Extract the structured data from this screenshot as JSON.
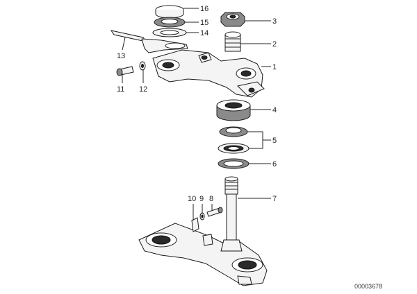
{
  "diagram": {
    "callouts": {
      "c1": "1",
      "c2": "2",
      "c3": "3",
      "c4": "4",
      "c5": "5",
      "c6": "6",
      "c7": "7",
      "c8": "8",
      "c9": "9",
      "c10": "10",
      "c11": "11",
      "c12": "12",
      "c13": "13",
      "c14": "14",
      "c15": "15",
      "c16": "16"
    },
    "document_number": "00003678"
  }
}
